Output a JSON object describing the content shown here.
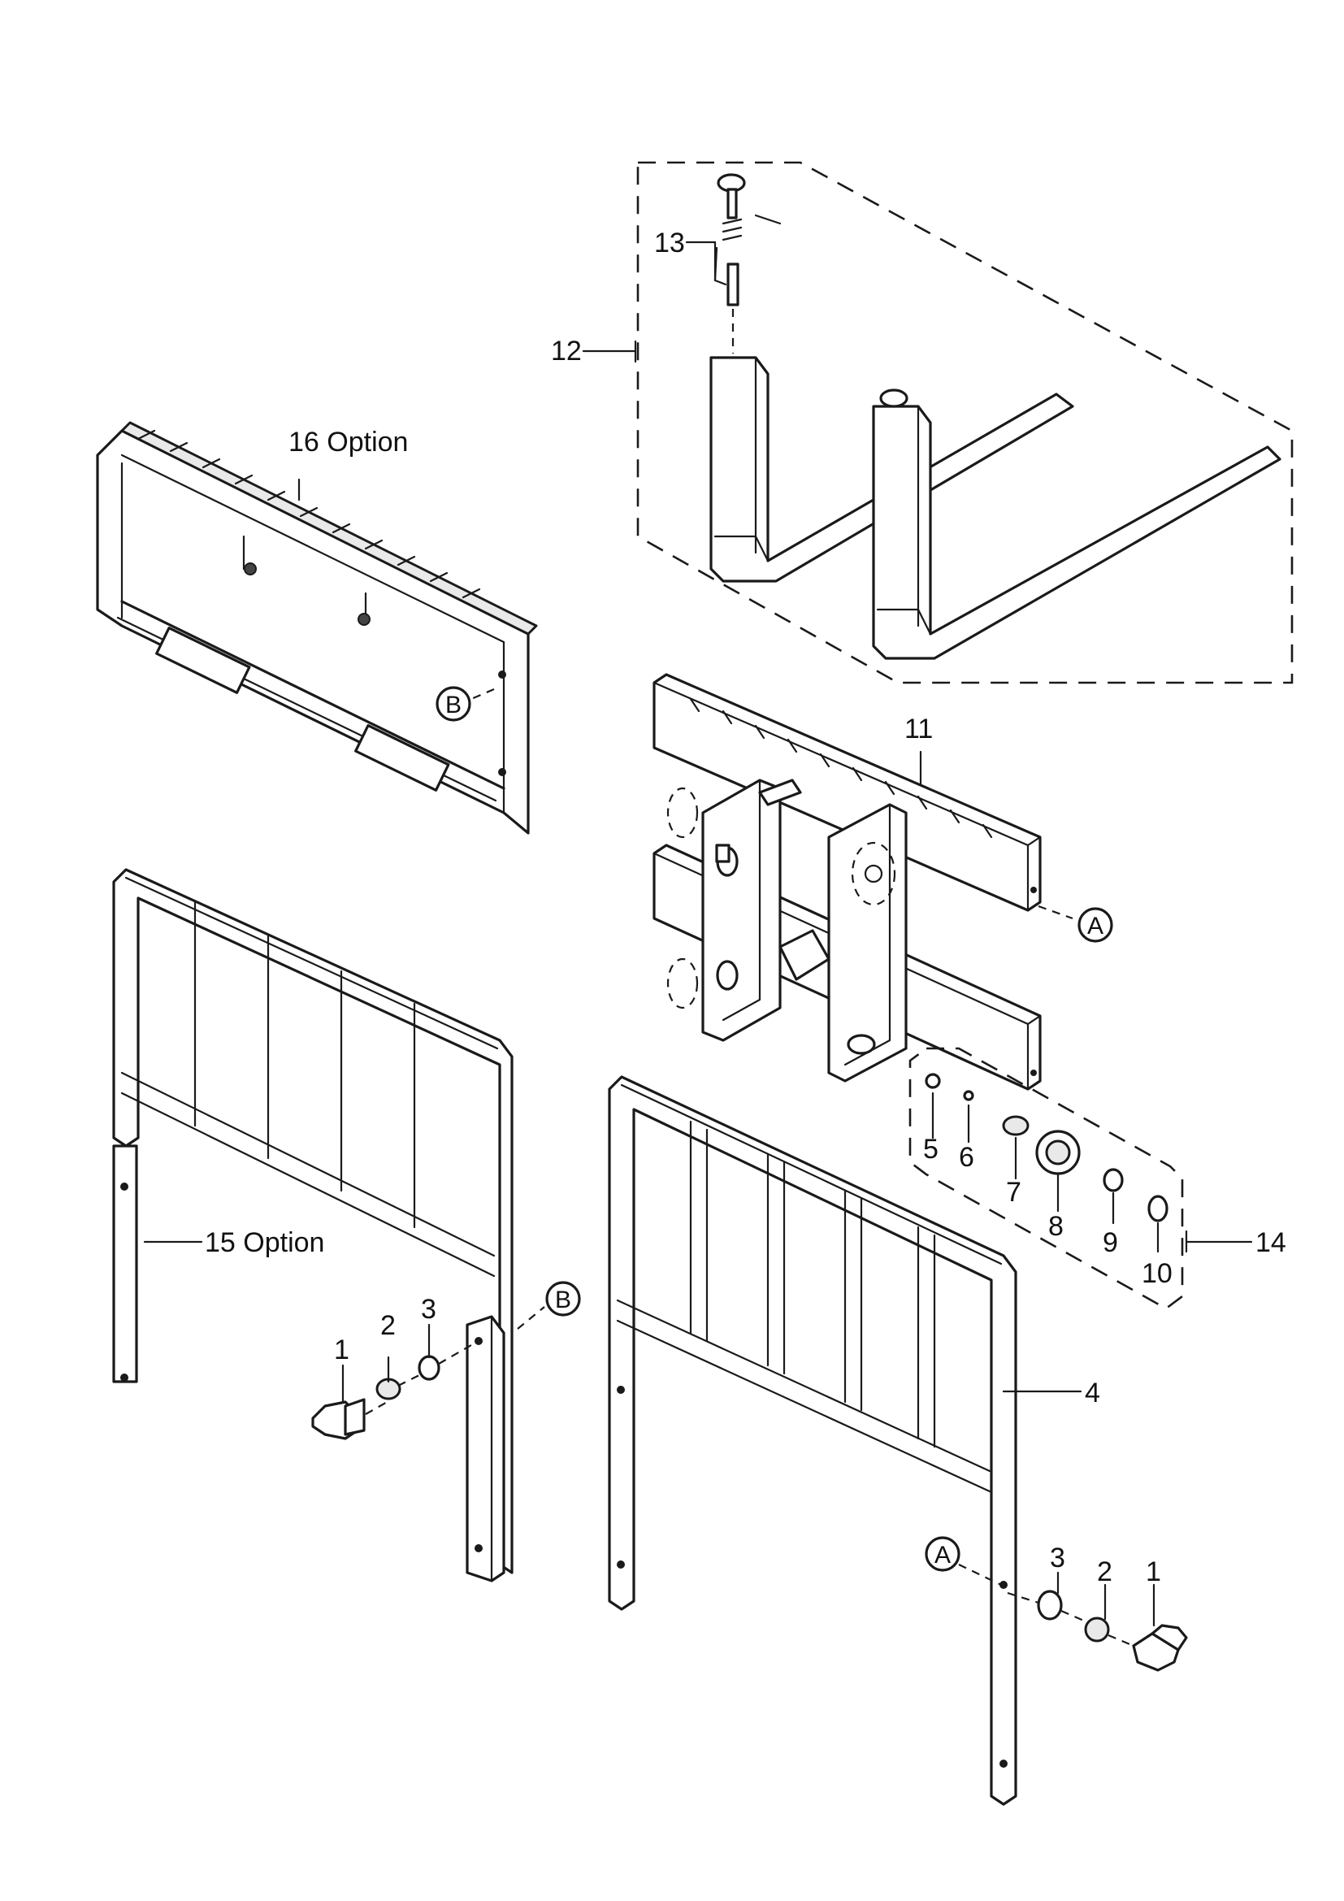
{
  "callouts": {
    "c1a": "1",
    "c2a": "2",
    "c3a": "3",
    "c1b": "1",
    "c2b": "2",
    "c3b": "3",
    "c4": "4",
    "c5": "5",
    "c6": "6",
    "c7": "7",
    "c8": "8",
    "c9": "9",
    "c10": "10",
    "c11": "11",
    "c12": "12",
    "c13": "13",
    "c14": "14",
    "c15": "15  Option",
    "c16": "16  Option"
  },
  "refs": {
    "a_top": "A",
    "a_bottom": "A",
    "b_top": "B",
    "b_bottom": "B"
  }
}
